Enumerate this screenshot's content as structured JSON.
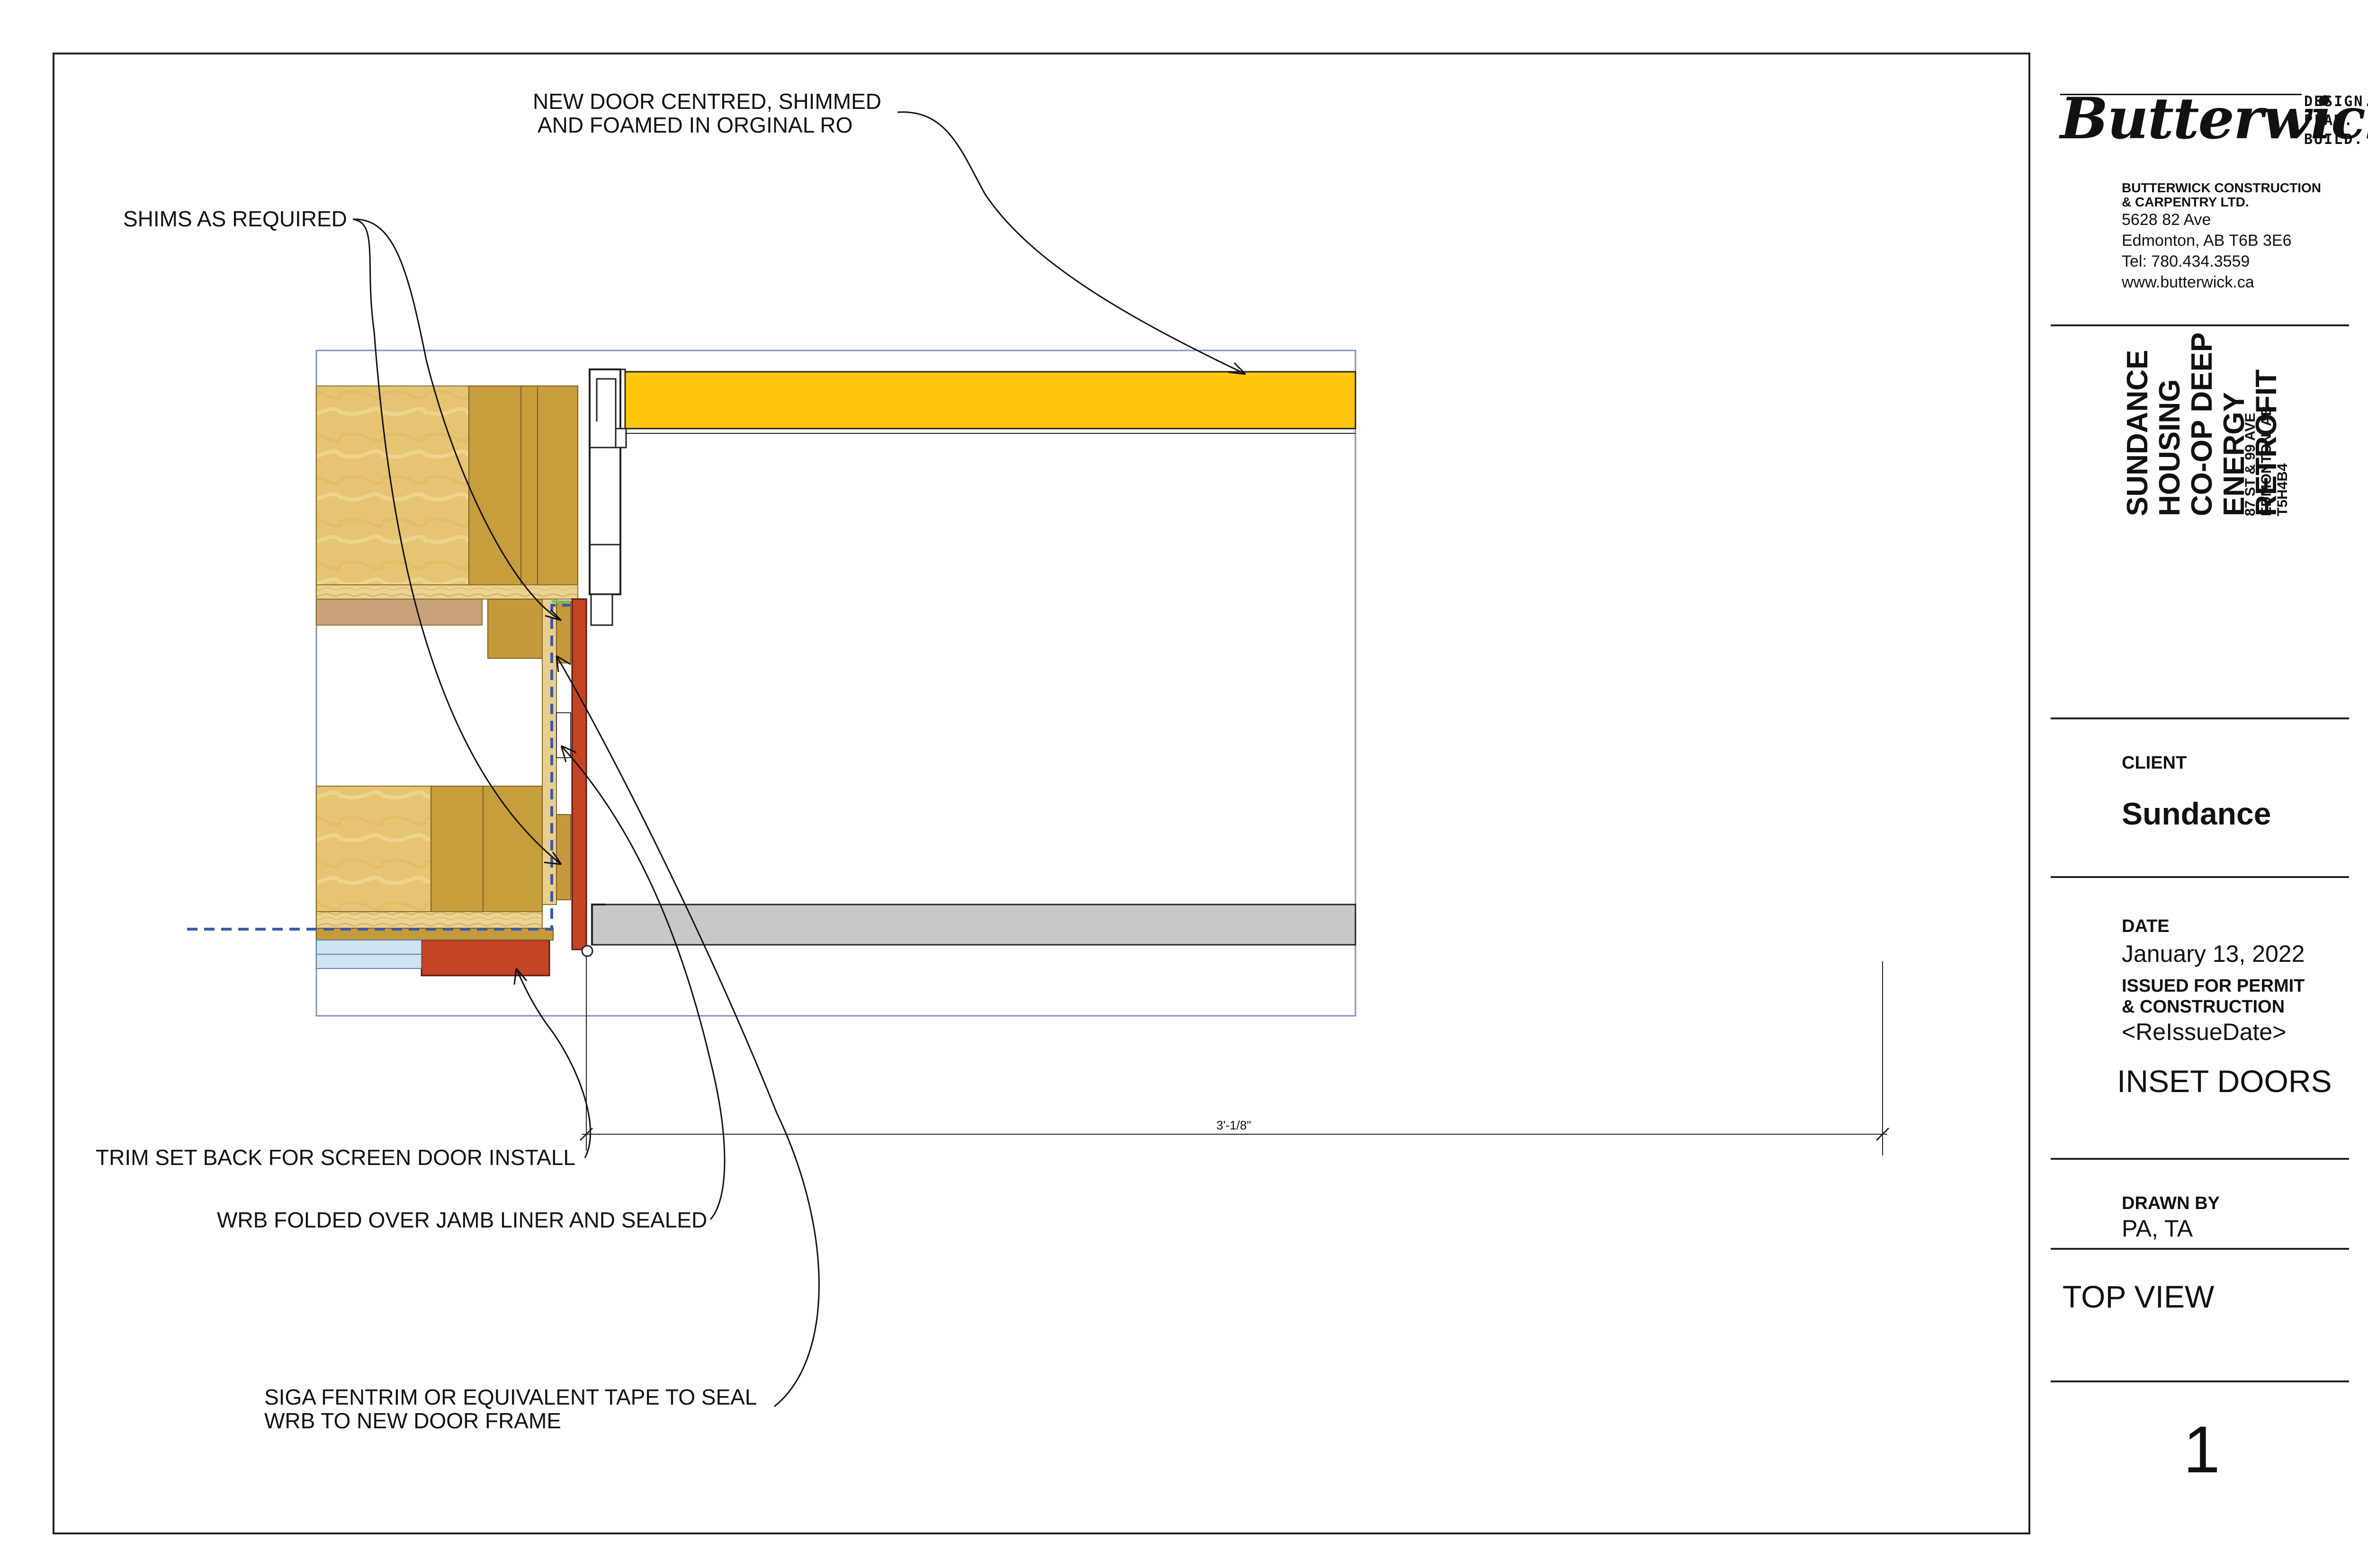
{
  "annotations": {
    "new_door_line1": "NEW DOOR CENTRED, SHIMMED",
    "new_door_line2": "AND FOAMED IN ORGINAL RO",
    "shims": "SHIMS AS REQUIRED",
    "trim": "TRIM SET BACK FOR SCREEN DOOR INSTALL",
    "wrb_folded": "WRB FOLDED OVER JAMB LINER AND SEALED",
    "siga_line1": "SIGA FENTRIM OR EQUIVALENT TAPE TO SEAL",
    "siga_line2": "WRB TO NEW DOOR FRAME"
  },
  "dimension": "3'-1/8\"",
  "title_block": {
    "logo": "Butterwick",
    "tagline": [
      "DESIGN.",
      "PLAN.",
      "BUILD."
    ],
    "company_line1": "BUTTERWICK CONSTRUCTION",
    "company_line2": "& CARPENTRY LTD.",
    "address": "5628 82 Ave",
    "city": "Edmonton, AB T6B 3E6",
    "phone": "Tel: 780.434.3559",
    "website": "www.butterwick.ca",
    "project_line1": "SUNDANCE HOUSING",
    "project_line2": "CO-OP DEEP ENERGY",
    "project_line3": "RETROFIT",
    "location_line1": "87 ST & 99 AVE",
    "location_line2": "EDMONTON, AB",
    "location_line3": "T5H4B4",
    "client_label": "CLIENT",
    "client": "Sundance",
    "date_label": "DATE",
    "date": "January 13, 2022",
    "issued_line1": "ISSUED FOR PERMIT",
    "issued_line2": "& CONSTRUCTION",
    "reissue": "<ReIssueDate>",
    "drawing_title": "INSET DOORS",
    "drawn_by_label": "DRAWN BY",
    "drawn_by": "PA, TA",
    "view": "TOP VIEW",
    "sheet_number": "1"
  },
  "colors": {
    "door_yellow": "#ffc60b",
    "framing_tan": "#d7b159",
    "framing_dark": "#c49a3c",
    "plywood_light": "#e9cf8c",
    "wood_brown": "#9b7a4a",
    "trim_red": "#c44426",
    "threshold_gray": "#c8c8c8",
    "wrb_blue": "#3a5ba8",
    "glass_blue": "#cfe3f2"
  }
}
